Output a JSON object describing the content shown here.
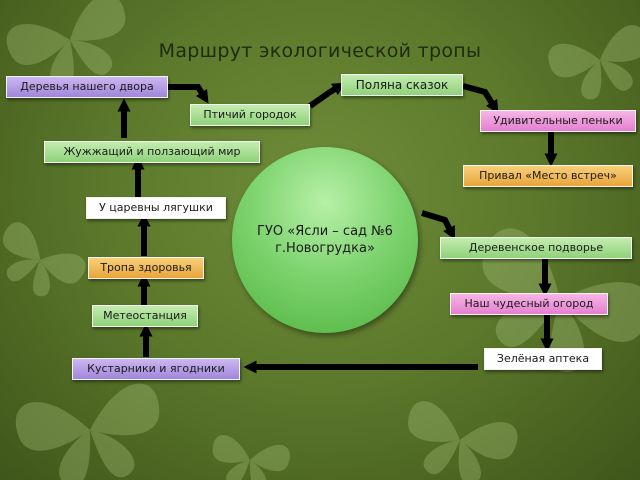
{
  "title": "Маршрут экологической тропы",
  "center": {
    "line1": "ГУО «Ясли – сад №6",
    "line2": "г.Новогрудка»"
  },
  "nodes": {
    "derevya": "Деревья нашего двора",
    "ptichiy": "Птичий городок",
    "polyana": "Поляна сказок",
    "penki": "Удивительные пеньки",
    "privaly": "Привал «Место встреч»",
    "podvorye": "Деревенское подворье",
    "ogorod": "Наш чудесный огород",
    "apteka": "Зелёная аптека",
    "kustarniki": "Кустарники и ягодники",
    "meteo": "Метеостанция",
    "tropa": "Тропа здоровья",
    "lyagushki": "У царевны лягушки",
    "zhuzh": "Жужжащий и ползающий мир"
  },
  "colors": {
    "green": "#9fdc8a",
    "purple": "#b09ae3",
    "pink": "#ec93d8",
    "orange": "#eeb24e",
    "arrow": "#000000",
    "background": "#5d7a2c"
  }
}
